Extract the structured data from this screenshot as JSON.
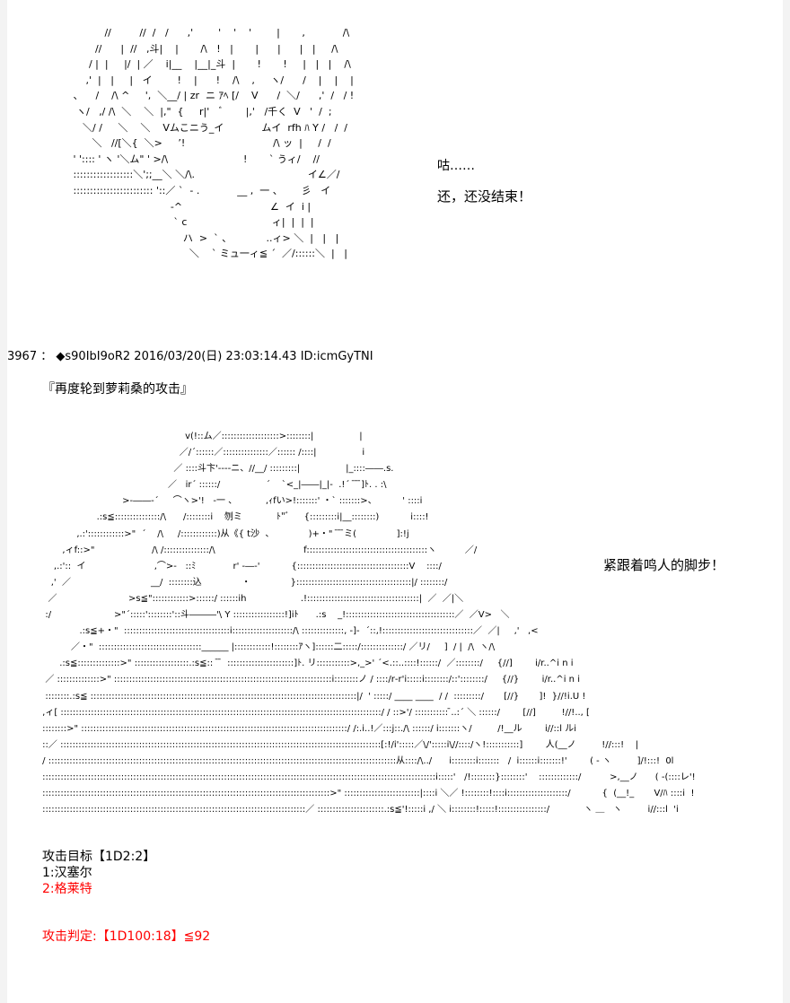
{
  "ascii_art": {
    "top": "           //         //  /   /      ,'        '    '    '        |       ,            /\\\n        //      |  //   ,斗|    |       /\\   !   |       |      |      |   |     /\\\n      / |  |     |/  | ／    i|__    |__|_斗  |       !       !     |   |   |    /\\\n     ,'  |   |     |   イ        !    |      !    /\\    ,     ヽ/      /    |    |    |\n 、    /    /\\ ^     ',  ＼__/ | zr  ニ ｱﾍ [/    V      /  ＼/      ,'  /   / !\n  ヽ/   ,/ /\\  ＼    ＼  |,\"  {     r|'   ﾞ       |,'   /千く  V   '  /  ;\n    ＼/ /     ＼    ＼    Vムこニう_イ            ムイ  rfh ﾊ Y /   /  /\n       ＼   //[＼{  ＼>     ’!                            /\\ ッ  |     /  /\n ' ':::: ' ヽ '＼ム\" ' >/\\                        !       ` うィ/    //\n ::::::::::::::::::＼';;__＼ ＼/\\.                                    イ∠／/\n :::::::::::::::::::::::: '::／ `  ‐ .            __ ,  一 、      彡   イ\n                                ‐^                            ∠  イ  i |\n                                 ` c                           ィ|  |  |  |\n                                    ハ  >  ` 、           ..ィ> ＼  |   |   |\n                                      ＼    ` ミュ一ィ≦ ´  ／/::::::＼  |   |",
    "bottom": "                                                   v(!::ム／:::::::::::::::::::>::::::::|                |\n                                                 ／/´::::::／:::::::::::::::／:::::: /::::|                i\n                                               ／ ::::斗卞'‐‐‐‐ニ、//__/ :::::::::|                |_::::――.s.\n                                             ／   ir´ ::::::/                ´    `<_|――|_|‐  .!´  ̄ ̄ ̄]ﾄ. . :\\\n                             >‐――‐´     ⌒ヽ>'!   ‐一 、          ,ｨfい>!:::::::' ・` :::::::>、         ' ::::i\n                    .:s≦:::::::::::::::/\\      /::::::::i    刎ミ            ﾄ\"ﾞ     {:::::::::i|__::::::::)           i::::!\n             ,.:'::::::::::::>\"  ´    /\\     /::::::::::::)从《{ t沙  、            )+・\"  ̄ ̄ ̄ミ(              ]:!j\n        ,ィf::>\"                    /\\ /:::::::::::::::/\\                               f::::::::::::::::::::::::::::::::::::::::ヽ          ／/\n     ,.:'::  イ                        ,⌒>‐   ::ﾐ             r' ‐―‐'           {:::::::::::::::::::::::::::::::::::::V    ::::/\n    ,'  ／                            __/  ::::::::込              ・              }::::::::::::::::::::::::::::::::::::::|/ ::::::::/\n   ／                         >s≦\"::::::::::::>::::::/ ::::::ih                   .!:::::::::::::::::::::::::::::::::::::|  ／  ／|＼\n  :/                      >\"´:::::'::::::::'::斗―――'\\ Y :::::::::::::::::!]iﾄ      .:s    _!::::::::::::::::::::::::::::::::::::／  ／V>   ＼\n              .:s≦+・\"  :::::::::::::::::::::::::::::::::::i::::::::::::::::::::/\\ ::::::::::::::, ‐]‐  ´::,!::::::::::::::::::::::::::::::／  ／|     ,'   ,<\n           ／・\"  ::::::::::::::::::::::::::::::::::______ |::::::::::::!::::::::ｱヽ]::::::二:::::/::::::::::::::/ ／リ/     ]  / |  /\\  ヽ/\\\n       .:s≦::::::::::::::>\" ::::::::::::::::::.:s≦::  ̄ ̄  ::::::::::::::::::::::]ﾄ. リ:::::::::::>,_>' ´<.::..::::!::::::/  ／::::::::/     {//]        i/r..^i n i\n  ／ ::::::::::::::>\" ::::::::::::::::::::::::::::::::::::::::::::::::::::::::::::::::::::::::i::::::::ノ / ::::/r‐r'i:::::i::::::::/::'::::::::/     {//}        i/r..^i n i\n  ::::::::.:s≦ ::::::::::::::::::::::::::::::::::::::::::::::::::::::::::::::::::::::::::::::::::::::::|/  ' :::::/ ____ ____  / /  :::::::::/       [//}       ]!  }//!i.U !\n ,ィ[ ::::::::::::::::::::::::::::::::::::::::::::::::::::::::::::::::::::::::::::::::::::::::::::::::::::::::::/ / ::>'/ ::::::::::: ̄..:´ ＼ ::::::/        [//]         !//!.., [\n ::::::::>\" ::::::::::::::::::::::::::::::::::::::::::::::::::::::::::::::::::::::::::::::::::::::::/ /:.i..!／:::j::./\\ ::::::/ i:::::::ヽ/         /!__ル        i//::l ルi\n ::／ ::::::::::::::::::::::::::::::::::::::::::::::::::::::::::::::::::::::::::::::::::::::::::::::::::::::::::[:!/i':::::／\\/':::::i\\//::::/ヽ!:::::::::::]        人(__ノ         !//:::!    |\n / :::::::::::::::::::::::::::::::::::::::::::::::::::::::::::::::::::::::::::::::::::::::::::::::::::::::::::::::::::从::::/\\../      i::::::::i:::::::   /  i::::::i:::::::!'        ( ‐ ヽ         ]/!:::!  0l\n ::::::::::::::::::::::::::::::::::::::::::::::::::::::::::::::::::::::::::::::::::::::::::::::::::::::::::::::::::::::::::::::::::i:::::'   /!::::::::}::::::::'    :::::::::::::/          >,__ノ      ( ‐(::::レ'!\n :::::::::::::::::::::::::::::::::::::::::::::::::::::::::::::::::::::::::::::::::::::::::::::::>\" :::::::::::::::::::::::::|::::i ＼／ !::::::::!::::i::::::::::::::::::::/           {  (__!_       V/ﾊ ::::i  !\n :::::::::::::::::::::::::::::::::::::::::::::::::::::::::::::::::::::::::::::::::::::::／ ::::::::::::::::::::::.:s≦'!:::::i ,/ ＼ i::::::::!:::::!::::::::::::::::/            ヽ ＿   ヽ         i//:::l  'i"
  },
  "post": {
    "number": "3967",
    "separator": "：",
    "trip": "◆s90IbI9oR2",
    "datetime": "2016/03/20(日) 23:03:14.43",
    "id": "ID:icmGyTNI",
    "title": "『再度轮到萝莉桑的攻击』"
  },
  "dialogue": {
    "line1": "咕……",
    "line2": "还，还没结束！",
    "line3": "紧跟着鸣人的脚步！"
  },
  "attack": {
    "target_title": "攻击目标【1D2:2】",
    "target_1": "1:汉塞尔",
    "target_2": "2:格莱特",
    "judgement": "攻击判定:【1D100:18】≦92"
  },
  "colors": {
    "text": "#000000",
    "highlight": "#ff0000",
    "background": "#ffffff",
    "side_strip": "#f3f3f3"
  }
}
